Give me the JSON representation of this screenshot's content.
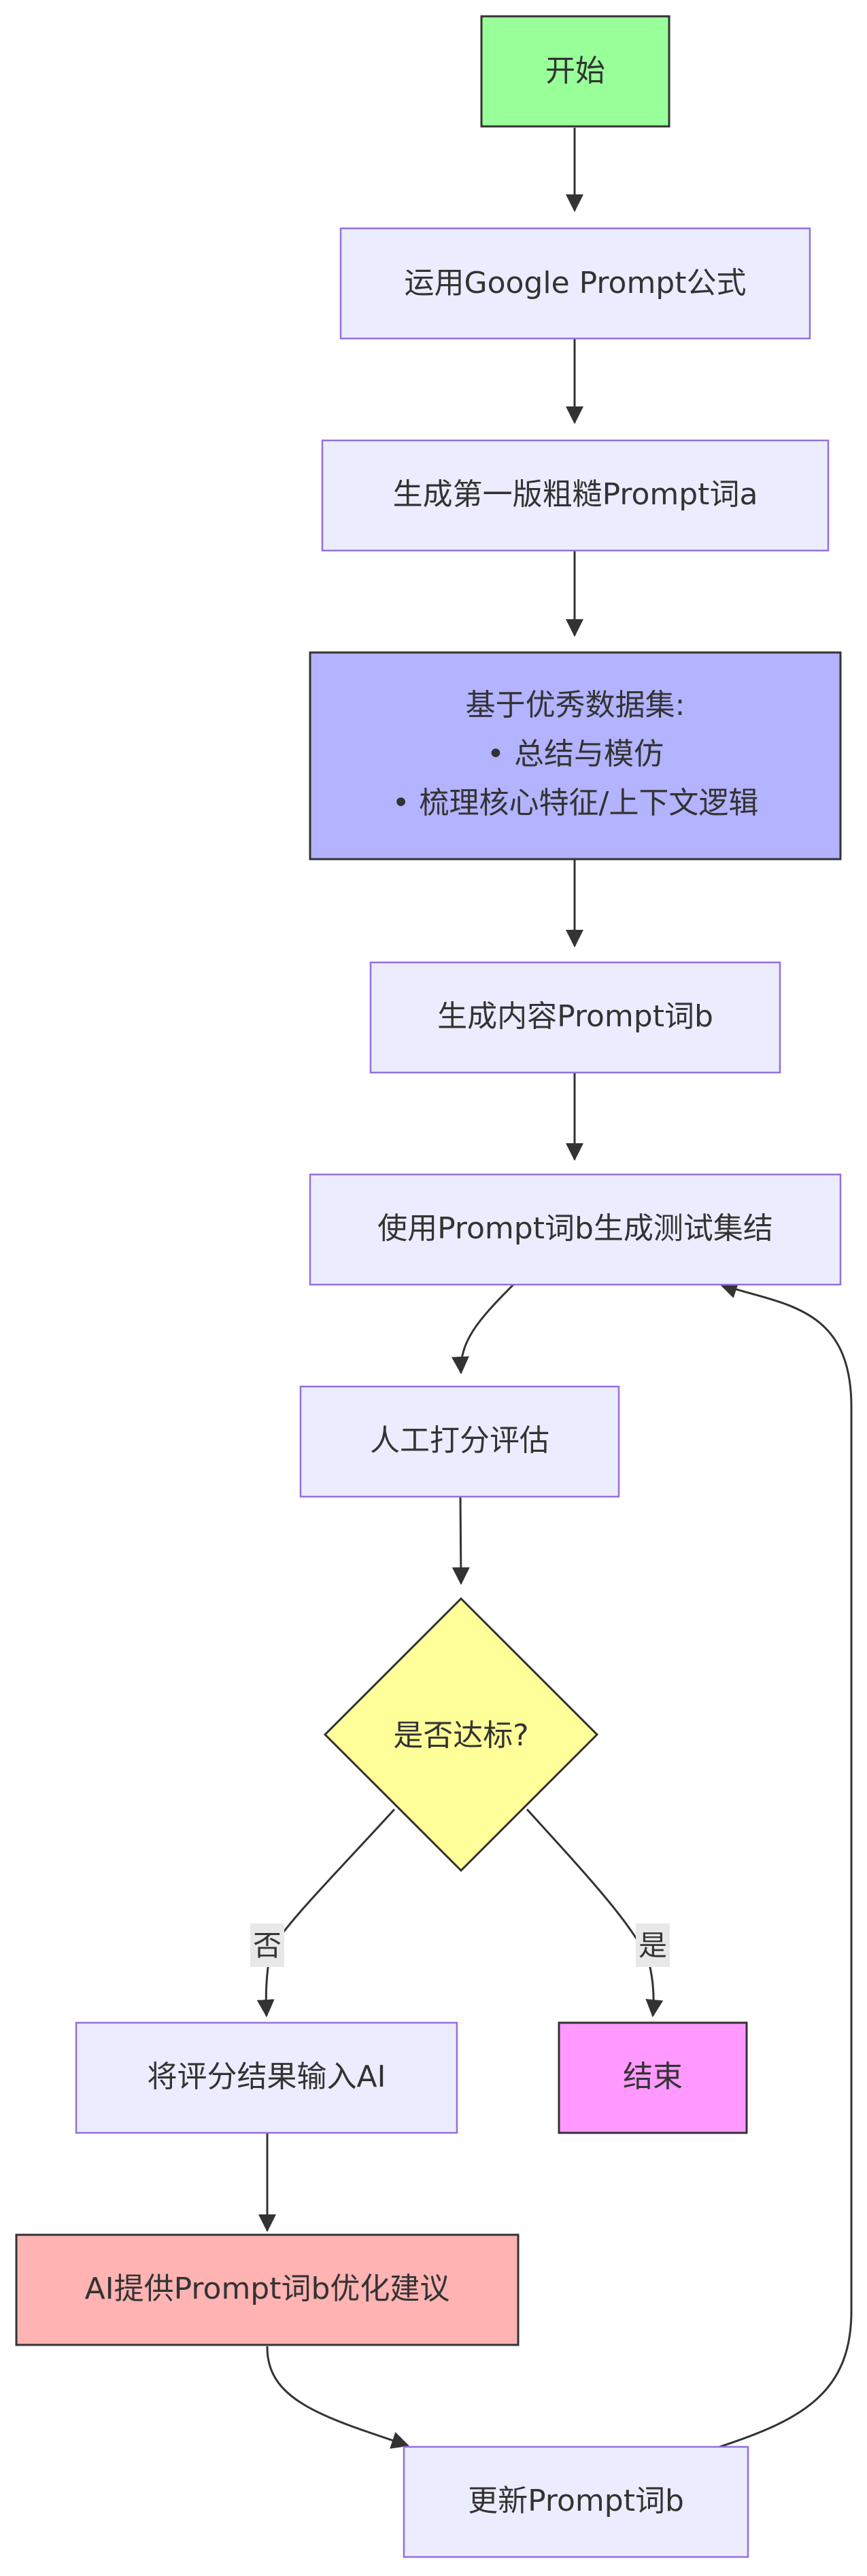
{
  "diagram": {
    "type": "flowchart",
    "colors": {
      "default_fill": "#ECECFF",
      "default_stroke": "#9370DB",
      "start_fill": "#99FF99",
      "emphasis_fill": "#B3B3FF",
      "decision_fill": "#FFFF99",
      "end_fill": "#FF99FF",
      "suggestion_fill": "#FFB3B3",
      "edge_color": "#333333",
      "edge_label_bg": "#E8E8E8"
    },
    "nodes": {
      "start": {
        "label": "开始"
      },
      "formula": {
        "label": "运用Google Prompt公式"
      },
      "draft": {
        "label": "生成第一版粗糙Prompt词a"
      },
      "dataset": {
        "line1": "基于优秀数据集:",
        "line2": "• 总结与模仿",
        "line3": "• 梳理核心特征/上下文逻辑"
      },
      "prompt_b": {
        "label": "生成内容Prompt词b"
      },
      "test_set": {
        "label": "使用Prompt词b生成测试集结"
      },
      "manual_eval": {
        "label": "人工打分评估"
      },
      "decision": {
        "label": "是否达标?"
      },
      "feed_ai": {
        "label": "将评分结果输入AI"
      },
      "end": {
        "label": "结束"
      },
      "ai_suggest": {
        "label": "AI提供Prompt词b优化建议"
      },
      "update": {
        "label": "更新Prompt词b"
      }
    },
    "edge_labels": {
      "no": "否",
      "yes": "是"
    }
  }
}
